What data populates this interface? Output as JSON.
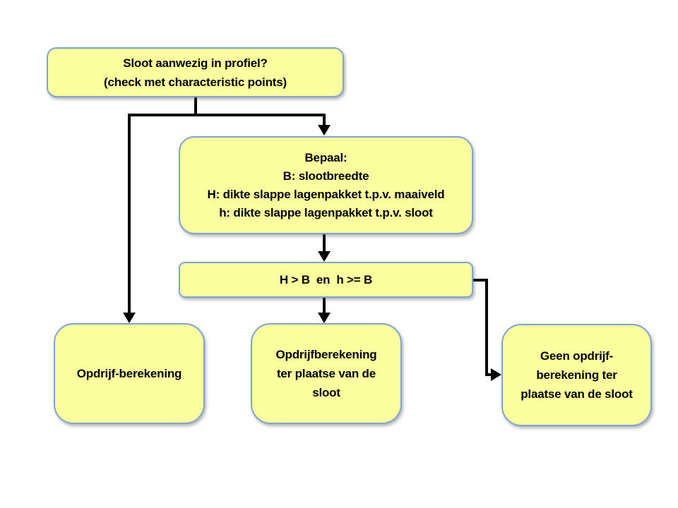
{
  "canvas": {
    "background": "#ffffff"
  },
  "style": {
    "box_fill": "#FBFF9E",
    "box_border": "#7EA4D3",
    "arrow_color": "#000000",
    "text_color": "#000000"
  },
  "nodes": {
    "question": {
      "text": "Sloot aanwezig in profiel?\n(check met characteristic points)"
    },
    "bepaal": {
      "text": "Bepaal:\nB: slootbreedte\nH: dikte slappe lagenpakket t.p.v. maaiveld\nh: dikte slappe lagenpakket t.p.v. sloot"
    },
    "condition": {
      "text": "H > B  en  h >= B"
    },
    "opdrijf": {
      "text": "Opdrijf-berekening"
    },
    "opdrijf_sloot": {
      "text": "Opdrijfberekening\nter plaatse van de\nsloot"
    },
    "geen_opdrijf": {
      "text": "Geen opdrijf-\nberekening ter\nplaatse van de sloot"
    }
  }
}
